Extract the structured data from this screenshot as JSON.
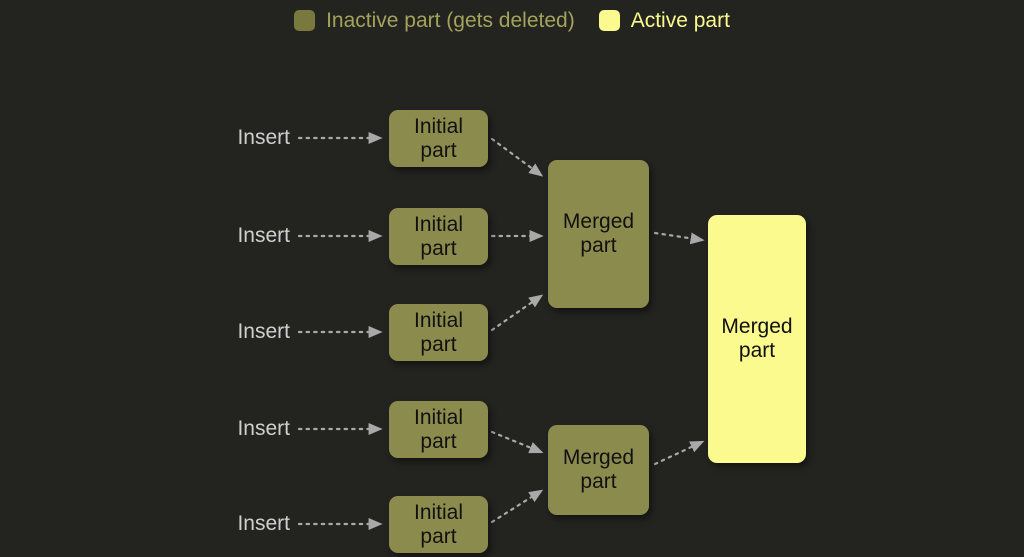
{
  "background_color": "#232320",
  "legend": {
    "items": [
      {
        "label": "Inactive part (gets deleted)",
        "color": "#79793f",
        "swatch_name": "inactive-swatch",
        "state": "inactive"
      },
      {
        "label": "Active part",
        "color": "#fafa8e",
        "swatch_name": "active-swatch",
        "state": "active"
      }
    ]
  },
  "diagram": {
    "type": "flow",
    "insert_labels": [
      {
        "text": "Insert"
      },
      {
        "text": "Insert"
      },
      {
        "text": "Insert"
      },
      {
        "text": "Insert"
      },
      {
        "text": "Insert"
      }
    ],
    "initial_parts": [
      {
        "line1": "Initial",
        "line2": "part",
        "state": "inactive"
      },
      {
        "line1": "Initial",
        "line2": "part",
        "state": "inactive"
      },
      {
        "line1": "Initial",
        "line2": "part",
        "state": "inactive"
      },
      {
        "line1": "Initial",
        "line2": "part",
        "state": "inactive"
      },
      {
        "line1": "Initial",
        "line2": "part",
        "state": "inactive"
      }
    ],
    "merged_parts": [
      {
        "line1": "Merged",
        "line2": "part",
        "state": "inactive"
      },
      {
        "line1": "Merged",
        "line2": "part",
        "state": "inactive"
      }
    ],
    "final_part": {
      "line1": "Merged",
      "line2": "part",
      "state": "active"
    },
    "arrow_color": "#a9a9a9",
    "arrow_style": "dotted"
  }
}
